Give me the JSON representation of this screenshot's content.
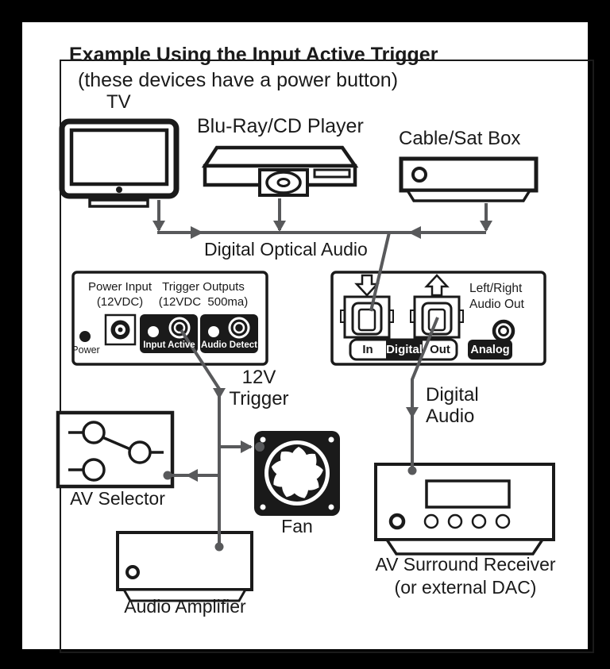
{
  "title": "Example Using the Input Active Trigger",
  "subtitle": "(these devices have a power button)",
  "colors": {
    "ink": "#1a1a1a",
    "wire_gray": "#58595b",
    "background": "#ffffff",
    "outer_frame": "#000000"
  },
  "devices": {
    "tv": {
      "label": "TV"
    },
    "bluray": {
      "label": "Blu-Ray/CD Player"
    },
    "cable_sat": {
      "label": "Cable/Sat Box"
    },
    "av_selector": {
      "label": "AV Selector"
    },
    "fan": {
      "label": "Fan"
    },
    "amplifier": {
      "label": "Audio Amplifier"
    },
    "receiver": {
      "label_line1": "AV Surround Receiver",
      "label_line2": "(or external DAC)"
    }
  },
  "trigger_box": {
    "power_input_line1": "Power Input",
    "power_input_line2": "(12VDC)",
    "trigger_outputs_line1": "Trigger Outputs",
    "trigger_outputs_line2": "(12VDC  500ma)",
    "power_led_label": "Power",
    "output1_label": "Input Active",
    "output2_label": "Audio Detect"
  },
  "optical_box": {
    "in_label": "In",
    "digital_label": "Digital",
    "out_label": "Out",
    "analog_label": "Analog",
    "audio_out_line1": "Left/Right",
    "audio_out_line2": "Audio Out"
  },
  "connections": {
    "digital_optical_audio": "Digital Optical Audio",
    "trigger_line1": "12V",
    "trigger_line2": "Trigger",
    "digital_audio_line1": "Digital",
    "digital_audio_line2": "Audio"
  }
}
